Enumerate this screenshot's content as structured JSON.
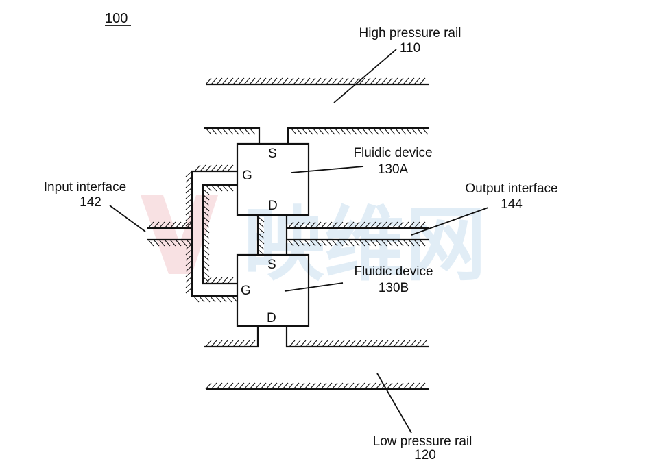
{
  "figure": {
    "number": "100",
    "watermark": "映维网",
    "labels": {
      "high_rail_name": "High pressure rail",
      "high_rail_ref": "110",
      "low_rail_name": "Low pressure rail",
      "low_rail_ref": "120",
      "device_a_name": "Fluidic device",
      "device_a_ref": "130A",
      "device_b_name": "Fluidic device",
      "device_b_ref": "130B",
      "input_name": "Input interface",
      "input_ref": "142",
      "output_name": "Output interface",
      "output_ref": "144"
    },
    "terminals": {
      "a_source": "S",
      "a_gate": "G",
      "a_drain": "D",
      "b_source": "S",
      "b_gate": "G",
      "b_drain": "D"
    }
  }
}
